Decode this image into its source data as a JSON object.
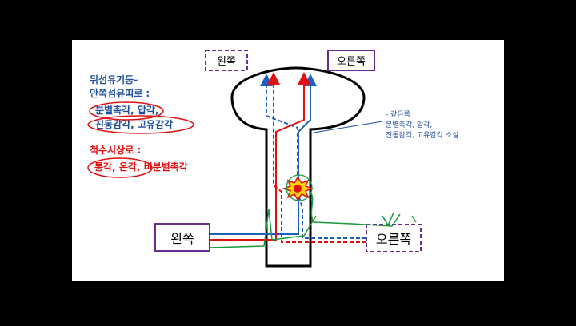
{
  "labels": {
    "top_left": "왼쪽",
    "top_right": "오른쪽",
    "bottom_left": "왼쪽",
    "bottom_right": "오른쪽"
  },
  "dcml": {
    "title_line1": "뒤섬유기둥-",
    "title_line2": "안쪽섬유띠로 :",
    "item_line1": "분별촉각, 압각,",
    "item_line2": "진동감각, 고유감각"
  },
  "spinothalamic": {
    "title": "척수시상로 :",
    "items": "통각, 온각, 비분별촉각"
  },
  "annotation": {
    "line1": "- 같은쪽",
    "line2": "분별촉각, 압각,",
    "line3": "진동감각, 고유감각 소실"
  },
  "colors": {
    "blue_tract": "#1f5fbf",
    "red_tract": "#e01010",
    "green_path": "#1a9a3a",
    "purple_box": "#6a2c91",
    "note_blue": "#1f4f9f"
  }
}
